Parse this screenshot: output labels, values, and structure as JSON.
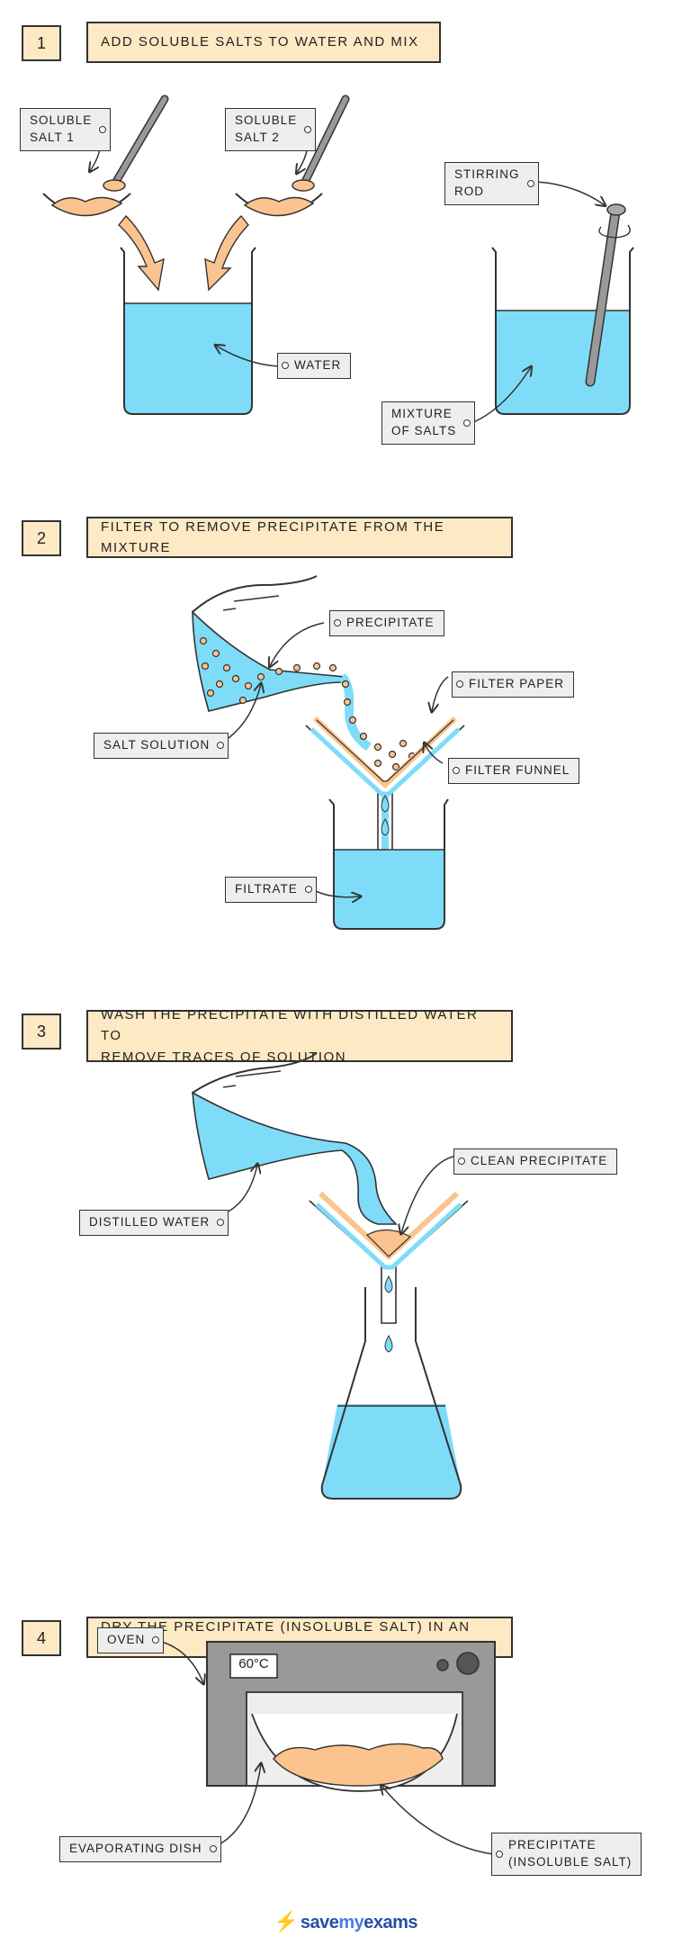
{
  "steps": [
    {
      "number": "1",
      "title": "ADD SOLUBLE SALTS TO WATER AND MIX"
    },
    {
      "number": "2",
      "title": "FILTER TO REMOVE PRECIPITATE FROM THE MIXTURE"
    },
    {
      "number": "3",
      "title": "WASH THE PRECIPITATE WITH DISTILLED WATER TO\nREMOVE TRACES OF SOLUTION"
    },
    {
      "number": "4",
      "title": "DRY THE PRECIPITATE (INSOLUBLE SALT) IN AN OVEN"
    }
  ],
  "labels": {
    "soluble_salt_1": "SOLUBLE\nSALT 1",
    "soluble_salt_2": "SOLUBLE\nSALT 2",
    "water": "WATER",
    "stirring_rod": "STIRRING\nROD",
    "mixture_of_salts": "MIXTURE\nOF SALTS",
    "precipitate": "PRECIPITATE",
    "filter_paper": "FILTER PAPER",
    "salt_solution": "SALT SOLUTION",
    "filter_funnel": "FILTER FUNNEL",
    "filtrate": "FILTRATE",
    "clean_precipitate": "CLEAN PRECIPITATE",
    "distilled_water": "DISTILLED WATER",
    "oven": "OVEN",
    "oven_temp": "60°C",
    "evaporating_dish": "EVAPORATING DISH",
    "precipitate_insoluble": "PRECIPITATE\n(INSOLUBLE SALT)"
  },
  "brand": {
    "save": "save",
    "my": "my",
    "exams": "exams"
  },
  "colors": {
    "water": "#7fdcf8",
    "salt": "#fbc48e",
    "label_bg": "#eeeeee",
    "title_bg": "#fde9c4"
  }
}
